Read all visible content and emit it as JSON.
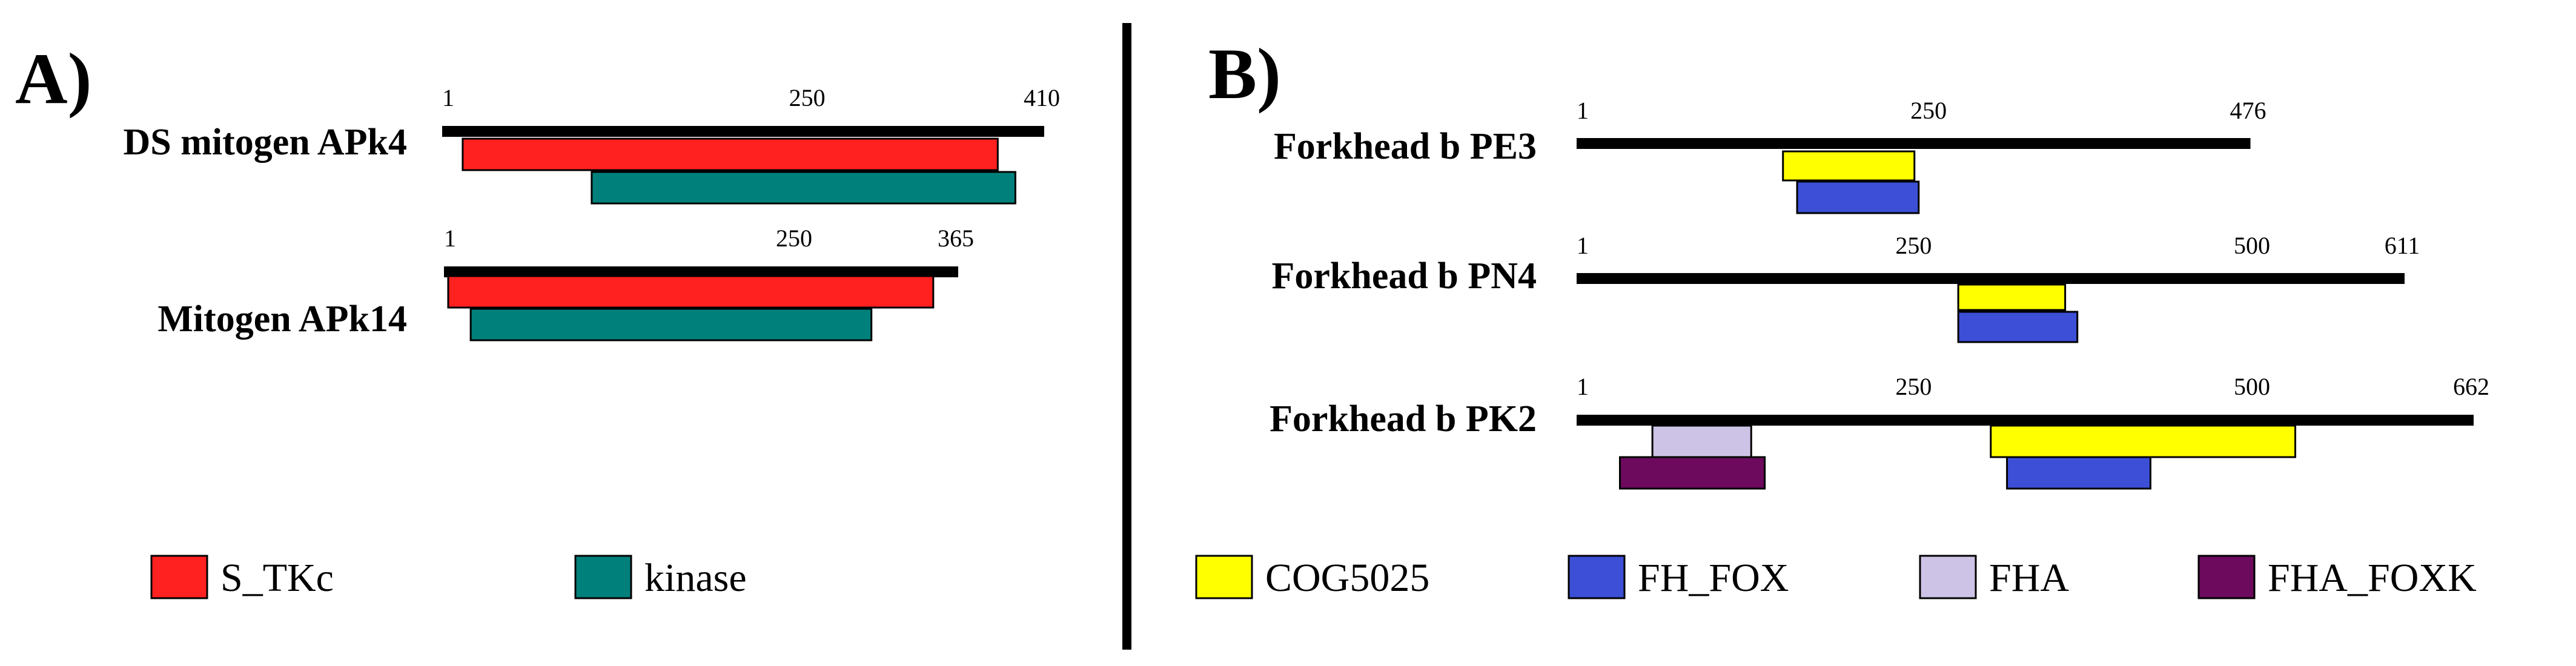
{
  "colors": {
    "S_TKc": "#ff2020",
    "kinase": "#00807b",
    "COG5025": "#ffff00",
    "FH_FOX": "#3c4fd6",
    "FHA": "#cdc3e6",
    "FHA_FOXK": "#6d0a5e",
    "backbone": "#000000"
  },
  "panelA": {
    "label": "A)",
    "proteins": [
      {
        "name": "DS mitogen APk4",
        "length": 410,
        "ticks": [
          {
            "text": "1",
            "pos": 1
          },
          {
            "text": "250",
            "pos": 250
          },
          {
            "text": "410",
            "pos": 410
          }
        ],
        "domains": [
          {
            "type": "S_TKc",
            "start": 15,
            "end": 380
          },
          {
            "type": "kinase",
            "start": 103,
            "end": 392
          }
        ]
      },
      {
        "name": "Mitogen APk14",
        "length": 365,
        "ticks": [
          {
            "text": "1",
            "pos": 1
          },
          {
            "text": "250",
            "pos": 250
          },
          {
            "text": "365",
            "pos": 365
          }
        ],
        "domains": [
          {
            "type": "S_TKc",
            "start": 4,
            "end": 349
          },
          {
            "type": "kinase",
            "start": 20,
            "end": 305
          }
        ]
      }
    ],
    "legend": [
      {
        "type": "S_TKc",
        "label": "S_TKc"
      },
      {
        "type": "kinase",
        "label": "kinase"
      }
    ]
  },
  "panelB": {
    "label": "B)",
    "proteins": [
      {
        "name": "Forkhead b PE3",
        "length": 476,
        "ticks": [
          {
            "text": "1",
            "pos": 1
          },
          {
            "text": "250",
            "pos": 250
          },
          {
            "text": "476",
            "pos": 476
          }
        ],
        "domains": [
          {
            "type": "COG5025",
            "start": 147,
            "end": 240
          },
          {
            "type": "FH_FOX",
            "start": 157,
            "end": 243
          }
        ]
      },
      {
        "name": "Forkhead b PN4",
        "length": 611,
        "ticks": [
          {
            "text": "1",
            "pos": 1
          },
          {
            "text": "250",
            "pos": 250
          },
          {
            "text": "500",
            "pos": 500
          },
          {
            "text": "611",
            "pos": 611
          }
        ],
        "domains": [
          {
            "type": "COG5025",
            "start": 283,
            "end": 362
          },
          {
            "type": "FH_FOX",
            "start": 283,
            "end": 371
          }
        ]
      },
      {
        "name": "Forkhead b PK2",
        "length": 662,
        "ticks": [
          {
            "text": "1",
            "pos": 1
          },
          {
            "text": "250",
            "pos": 250
          },
          {
            "text": "500",
            "pos": 500
          },
          {
            "text": "662",
            "pos": 662
          }
        ],
        "domains": [
          {
            "type": "FHA",
            "start": 57,
            "end": 130
          },
          {
            "type": "FHA_FOXK",
            "start": 33,
            "end": 140
          },
          {
            "type": "COG5025",
            "start": 307,
            "end": 532
          },
          {
            "type": "FH_FOX",
            "start": 319,
            "end": 425
          }
        ]
      }
    ],
    "legend": [
      {
        "type": "COG5025",
        "label": "COG5025"
      },
      {
        "type": "FH_FOX",
        "label": "FH_FOX"
      },
      {
        "type": "FHA",
        "label": "FHA"
      },
      {
        "type": "FHA_FOXK",
        "label": "FHA_FOXK"
      }
    ]
  }
}
